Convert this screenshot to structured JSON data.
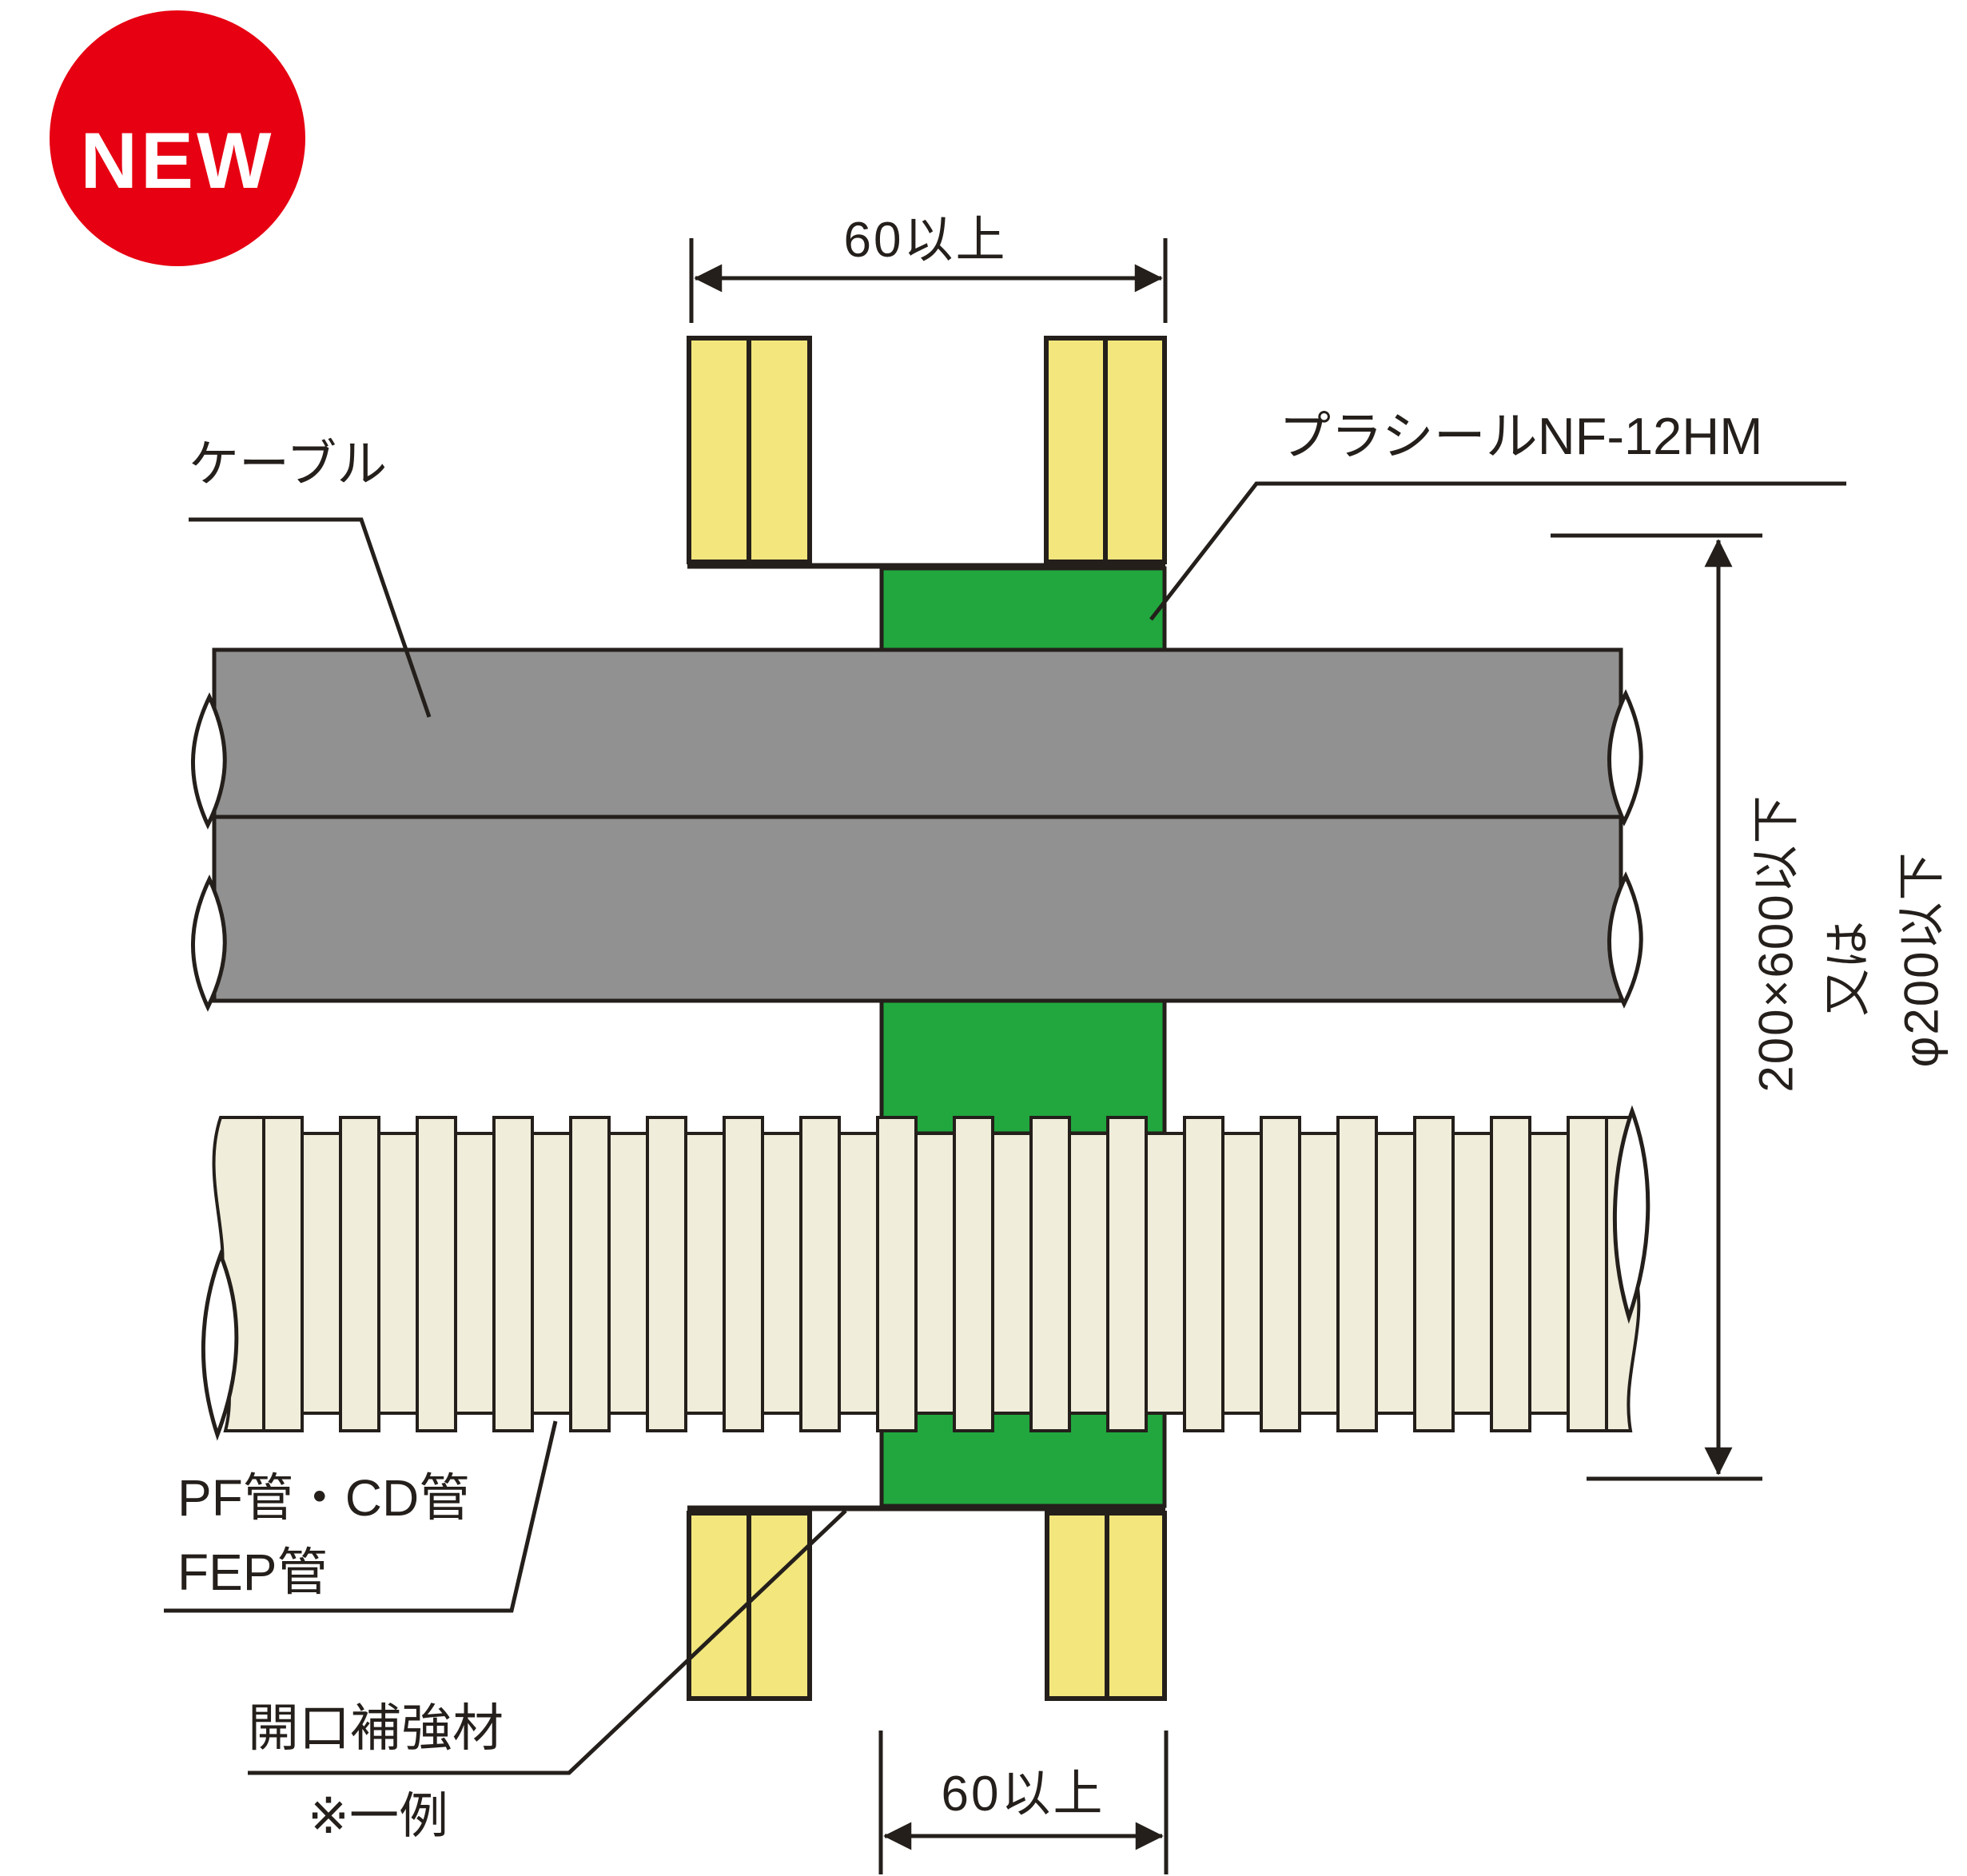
{
  "badge": {
    "label": "NEW"
  },
  "diagram": {
    "dimensions": {
      "top_width": "60以上",
      "bottom_width": "60以上",
      "right_height_line1": "200×600以下",
      "right_height_line2": "又は",
      "right_height_line3": "φ200以下"
    },
    "labels": {
      "cable": "ケーブル",
      "sealant": "プラシールNF-12HM",
      "pipes_line1": "PF管・CD管",
      "pipes_line2": "FEP管",
      "opening_reinforcement": "開口補強材",
      "reinforcement_note": "※一例"
    }
  },
  "colors": {
    "badge-red": "#e60012",
    "wall-yellow": "#f2e67c",
    "sealant-green": "#21a73e",
    "cable-gray": "#919191",
    "pipe-cream": "#f0edda",
    "line-ink": "#241f1b",
    "background": "#ffffff"
  }
}
